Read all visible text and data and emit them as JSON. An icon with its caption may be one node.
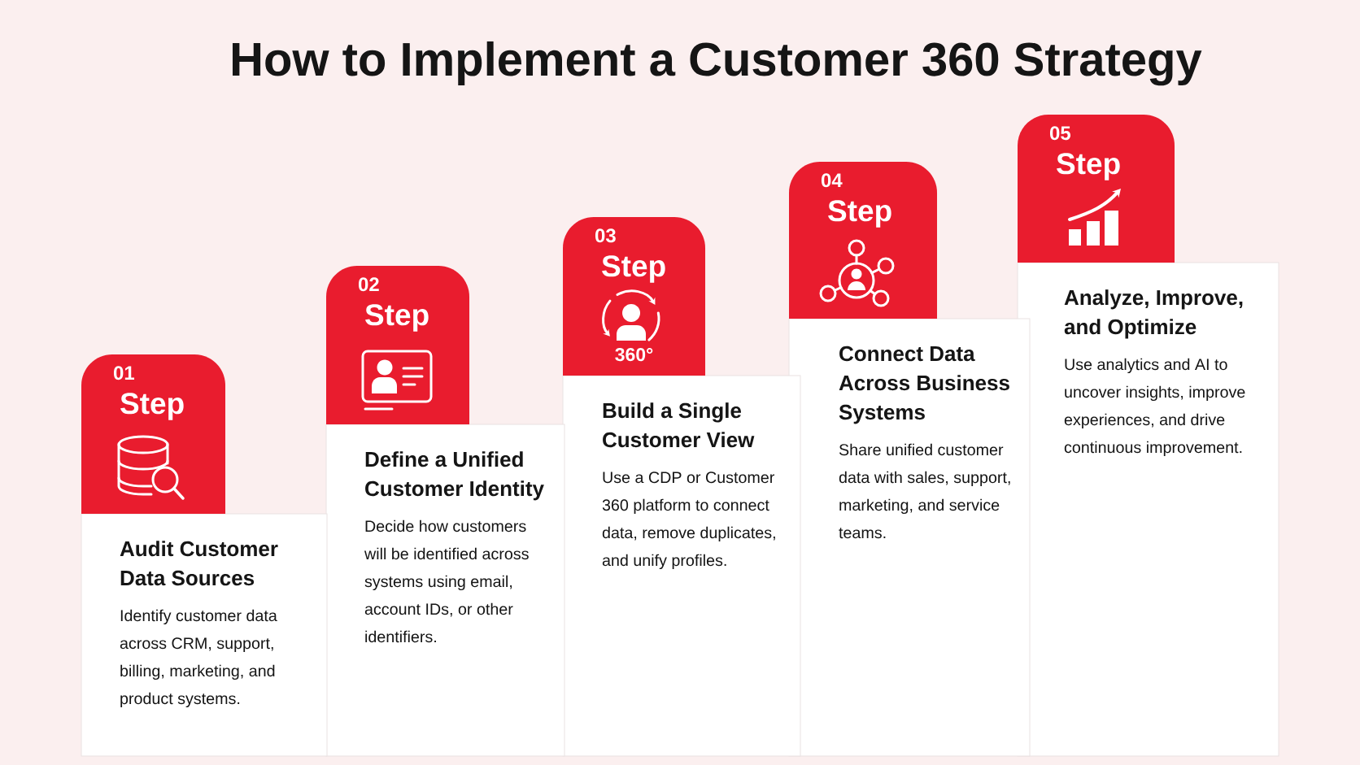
{
  "diagram": {
    "title": "How to Implement a Customer 360 Strategy",
    "nodes": [
      {
        "text": [
          "01",
          "Step"
        ]
      },
      {
        "text": [
          "Audit Customer Data Sources",
          "Identify customer data across CRM, support, billing, marketing, and product systems."
        ]
      },
      {
        "text": [
          "02",
          "Step"
        ]
      },
      {
        "text": [
          "Define a Unified Customer Identity",
          "Decide how customers will be identified across systems using email, account IDs, or other identifiers."
        ]
      },
      {
        "text": [
          "03",
          "Step",
          "360°"
        ]
      },
      {
        "text": [
          "Build a Single Customer View",
          "Use a CDP or Customer 360 platform to connect data, remove duplicates, and unify profiles."
        ]
      },
      {
        "text": [
          "04",
          "Step"
        ]
      },
      {
        "text": [
          "Connect Data Across Business Systems",
          "Share unified customer data with sales, support, marketing, and service teams."
        ]
      },
      {
        "text": [
          "05",
          "Step"
        ]
      },
      {
        "text": [
          "Analyze, Improve, and Optimize",
          "Use analytics and AI to uncover insights, improve experiences, and drive continuous improvement."
        ]
      }
    ]
  }
}
